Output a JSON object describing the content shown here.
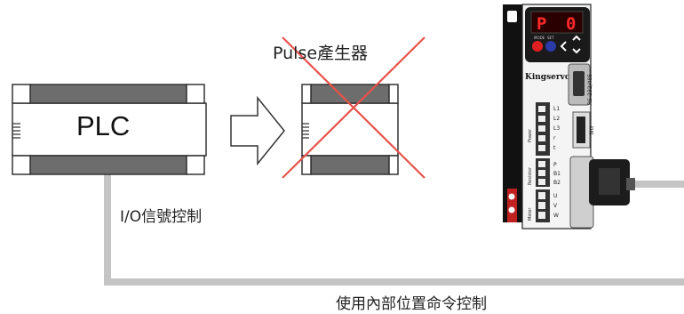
{
  "diagram": {
    "plc": {
      "label": "PLC"
    },
    "pulse_generator": {
      "label": "Pulse產生器",
      "crossed_out": true
    },
    "io_control": {
      "label": "I/O信號控制"
    },
    "internal_command": {
      "label": "使用內部位置命令控制"
    },
    "servo_drive": {
      "brand": "Kingservo",
      "display_chars": [
        "P",
        "0"
      ],
      "button_labels": [
        "MODE",
        "SET"
      ],
      "port_labels": {
        "comm": "RS-232/485",
        "signal": "SIG",
        "power_terminals": [
          "L1",
          "L2",
          "L3",
          "r",
          "t"
        ],
        "power_group": "Power",
        "resistor_terminals": [
          "P",
          "B1",
          "B2"
        ],
        "resistor_group": "Resistor",
        "motor_terminals": [
          "U",
          "V",
          "W"
        ],
        "motor_group": "Motor"
      }
    },
    "colors": {
      "cross": "#e8524a",
      "wire": "#c4c4c4",
      "module_band": "#6d6d6d",
      "display_digits": "#ff2a2a"
    }
  }
}
